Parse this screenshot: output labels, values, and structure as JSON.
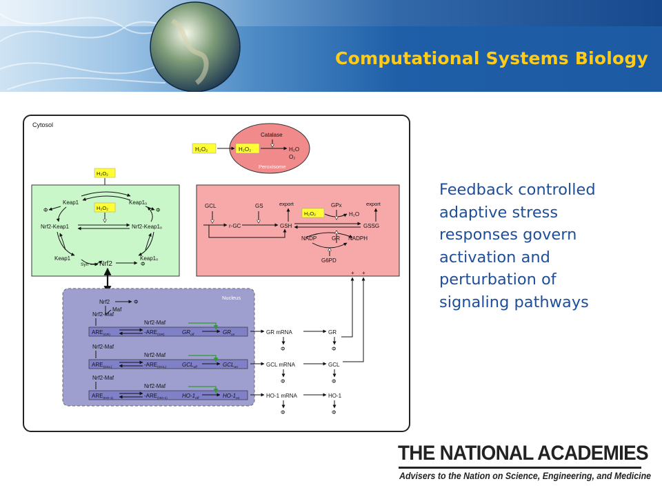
{
  "header": {
    "title": "Computational Systems Biology"
  },
  "diagram": {
    "cytosol": "Cytosol",
    "peroxisome": {
      "label": "Peroxisome",
      "catalase": "Catalase",
      "h2o2_out": "H₂O₂",
      "h2o2_in": "H₂O₂",
      "h2o": "H₂O",
      "o2": "O₂"
    },
    "keap_module": {
      "h2o2_top": "H₂O₂",
      "h2o2_mid": "H₂O₂",
      "keap1_tl": "Keap1",
      "keap1o_tr": "Keap1ₒ",
      "phi_l": "Φ",
      "phi_r": "Φ",
      "nrf2keap1": "Nrf2-Keap1",
      "nrf2keap1o": "Nrf2-Keap1ₒ",
      "keap1_bl": "Keap1",
      "keap1o_br": "Keap1ₒ",
      "syn": "Syn",
      "nrf2": "Nrf2",
      "phi_b": "Φ"
    },
    "gsh_module": {
      "gcl": "GCL",
      "gs": "GS",
      "export1": "export",
      "gpx": "GPx",
      "export2": "export",
      "rgc": "r-GC",
      "gsh": "GSH",
      "h2o2": "H₂O₂",
      "h2o": "H₂O",
      "gssg": "GSSG",
      "nadp": "NADP",
      "gr": "GR",
      "nadph": "NADPH",
      "g6pd": "G6PD",
      "plus1": "+",
      "plus2": "+"
    },
    "nucleus": {
      "label": "Nucleus",
      "nrf2": "Nrf2",
      "phi": "Φ",
      "maf": "Maf",
      "rows": [
        {
          "nrf2maf_a": "Nrf2-Maf",
          "nrf2maf_b": "Nrf2-Maf",
          "are_base": "ARE",
          "are_sub": "(GR)",
          "bound_base": "-ARE",
          "bound_sub": "(GR)",
          "off_base": "GR",
          "off_sub": "off",
          "on_base": "GR",
          "on_sub": "on",
          "mrna": "GR mRNA",
          "protein": "GR",
          "phi1": "Φ",
          "phi2": "Φ"
        },
        {
          "nrf2maf_a": "Nrf2-Maf",
          "nrf2maf_b": "Nrf2-Maf",
          "are_base": "ARE",
          "are_sub": "(GCL)",
          "bound_base": "-ARE",
          "bound_sub": "(GCL)",
          "off_base": "GCL",
          "off_sub": "off",
          "on_base": "GCL",
          "on_sub": "on",
          "mrna": "GCL mRNA",
          "protein": "GCL",
          "phi1": "Φ",
          "phi2": "Φ"
        },
        {
          "nrf2maf_a": "Nrf2-Maf",
          "nrf2maf_b": "Nrf2-Maf",
          "are_base": "ARE",
          "are_sub": "(HO-1)",
          "bound_base": "-ARE",
          "bound_sub": "(HO-1)",
          "off_base": "HO-1",
          "off_sub": "off",
          "on_base": "HO-1",
          "on_sub": "on",
          "mrna": "HO-1 mRNA",
          "protein": "HO-1",
          "phi1": "Φ",
          "phi2": "Φ"
        }
      ]
    }
  },
  "side_text": {
    "lines": [
      "Feedback controlled",
      "adaptive stress",
      "responses govern",
      "activation and",
      "perturbation of",
      "signaling pathways"
    ]
  },
  "logo": {
    "main": "THE NATIONAL ACADEMIES",
    "sub": "Advisers to the Nation on Science, Engineering, and Medicine"
  },
  "colors": {
    "title": "#ffcc1a",
    "side_text": "#1f4e99",
    "banner": "#1d5aa3",
    "keap_box": "#c9f7c9",
    "gsh_box": "#f7a9aa",
    "nucleus_box": "#9e9fcf",
    "highlight": "#ffff33",
    "peroxisome": "#f08a8b"
  }
}
